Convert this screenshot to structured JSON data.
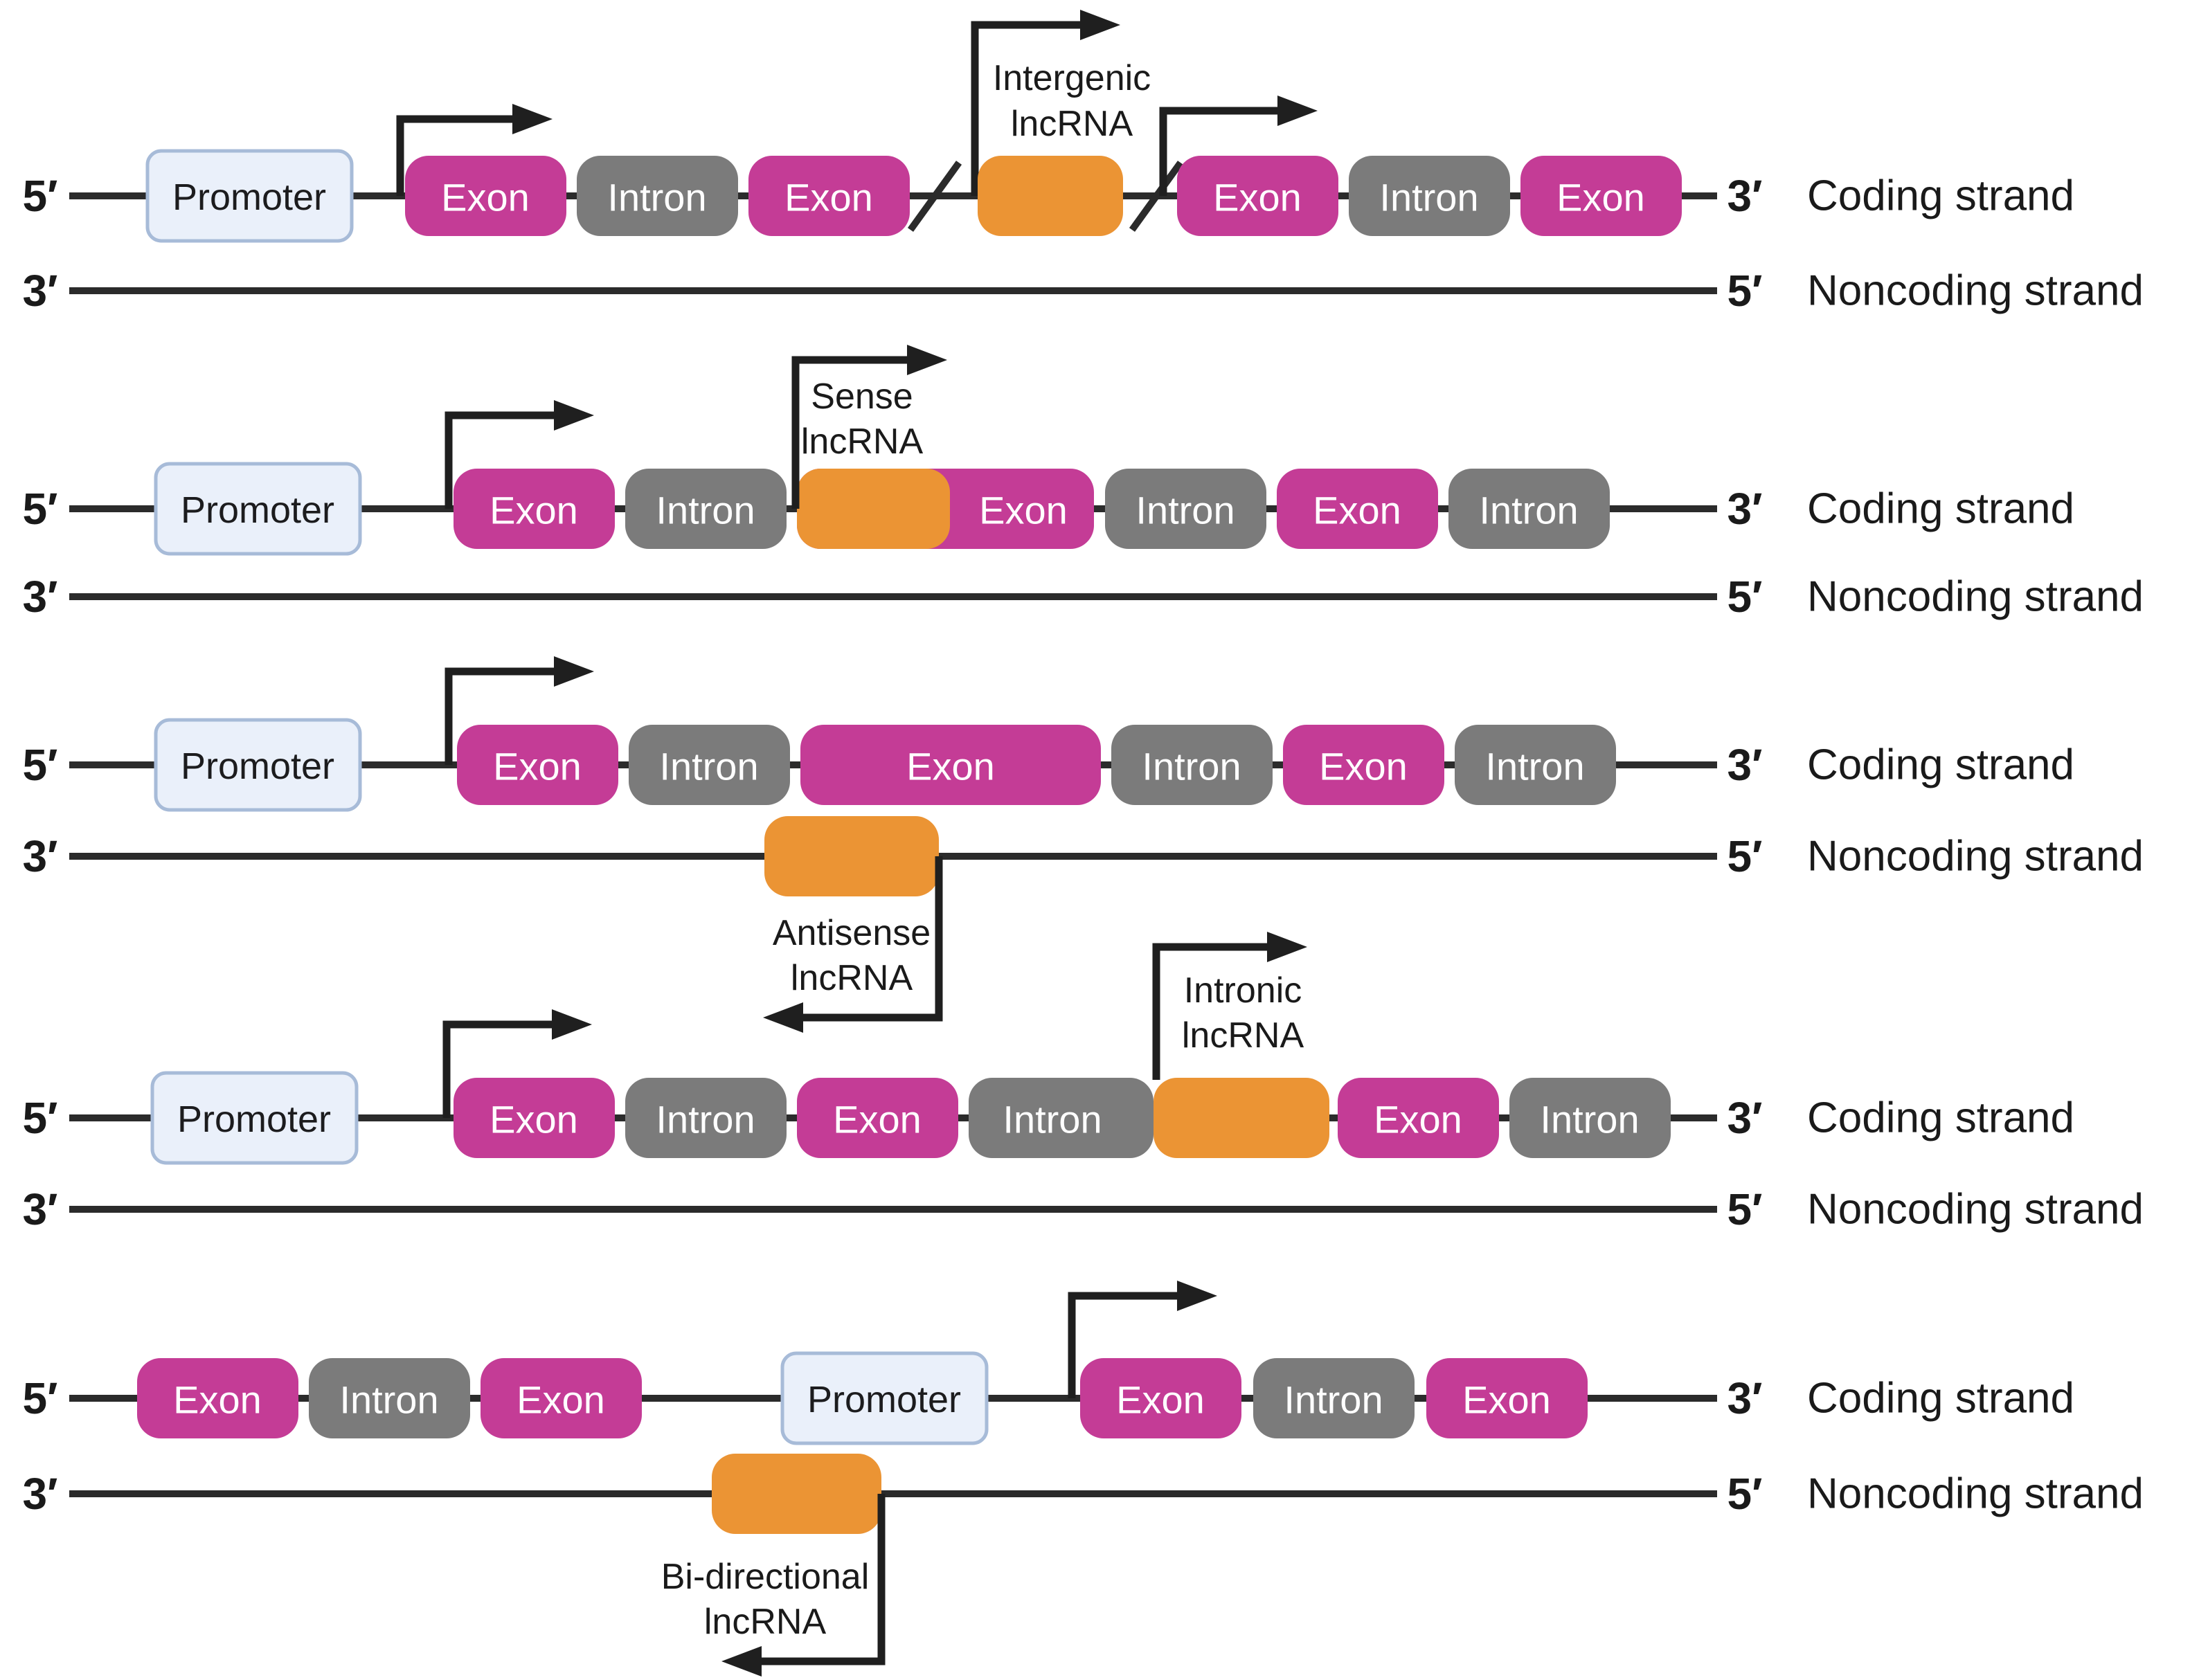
{
  "colors": {
    "exon": "#C43C96",
    "intron": "#7B7B7B",
    "lncrna": "#EB9434",
    "promoter_fill": "#EAF0FA",
    "promoter_stroke": "#A7BBD8",
    "line": "#2B2B2B",
    "arrow": "#1F1F1F",
    "label": "#1A1A1A",
    "block_text": "#FFFFFF"
  },
  "labels": {
    "five_prime": "5′",
    "three_prime": "3′",
    "coding_strand": "Coding strand",
    "noncoding_strand": "Noncoding strand",
    "promoter": "Promoter",
    "exon": "Exon",
    "intron": "Intron"
  },
  "panels": [
    {
      "name": "intergenic-lncrna",
      "label_lines": [
        "Intergenic",
        "lncRNA"
      ]
    },
    {
      "name": "sense-lncrna",
      "label_lines": [
        "Sense",
        "lncRNA"
      ]
    },
    {
      "name": "antisense-lncrna",
      "label_lines": [
        "Antisense",
        "lncRNA"
      ]
    },
    {
      "name": "intronic-lncrna",
      "label_lines": [
        "Intronic",
        "lncRNA"
      ]
    },
    {
      "name": "bidirectional-lncrna",
      "label_lines": [
        "Bi-directional",
        "lncRNA"
      ]
    }
  ]
}
